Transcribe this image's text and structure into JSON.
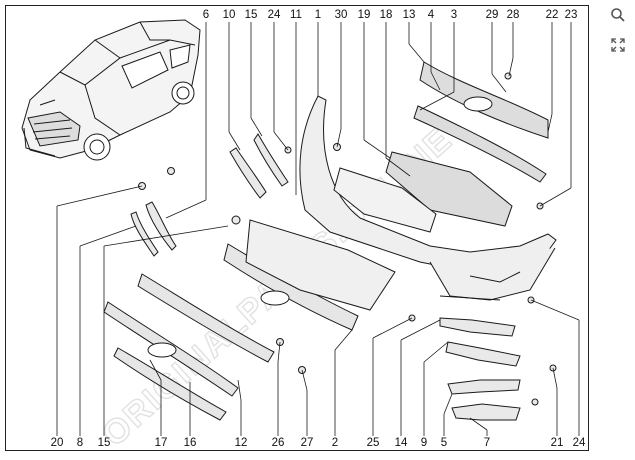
{
  "diagram": {
    "top_callouts": [
      "6",
      "10",
      "15",
      "24",
      "11",
      "1",
      "30",
      "19",
      "18",
      "13",
      "4",
      "3",
      "29",
      "28",
      "22",
      "23"
    ],
    "bottom_callouts": [
      "20",
      "8",
      "15",
      "17",
      "16",
      "12",
      "26",
      "27",
      "2",
      "25",
      "14",
      "9",
      "5",
      "7",
      "21",
      "24"
    ],
    "watermark": "ORIGINALPARTS.ONLINE"
  },
  "toolbar": {
    "zoom_icon": "magnifier-icon",
    "fullscreen_icon": "expand-icon"
  },
  "colors": {
    "line": "#1a1a1a",
    "part_fill": "#e9e9e9",
    "watermark": "#d0d0d0"
  }
}
